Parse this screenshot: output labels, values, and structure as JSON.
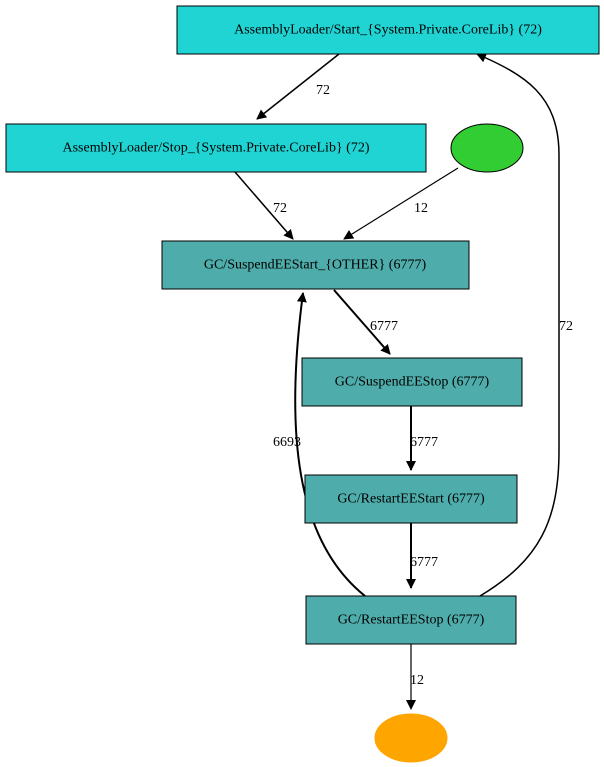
{
  "colors": {
    "assembly": "#20d4d4",
    "gc": "#4eadab",
    "start": "#32cd32",
    "end": "#ffa500",
    "stroke": "#000000"
  },
  "nodes": {
    "asm_start": "AssemblyLoader/Start_{System.Private.CoreLib} (72)",
    "asm_stop": "AssemblyLoader/Stop_{System.Private.CoreLib} (72)",
    "gc_suspend_start": "GC/SuspendEEStart_{OTHER} (6777)",
    "gc_suspend_stop": "GC/SuspendEEStop (6777)",
    "gc_restart_start": "GC/RestartEEStart (6777)",
    "gc_restart_stop": "GC/RestartEEStop (6777)"
  },
  "edges": {
    "asm_start_to_asm_stop": "72",
    "asm_stop_to_suspend_start": "72",
    "start_to_suspend_start": "12",
    "suspend_start_to_suspend_stop": "6777",
    "suspend_stop_to_restart_start": "6777",
    "restart_start_to_restart_stop": "6777",
    "restart_stop_to_suspend_start": "6693",
    "restart_stop_to_asm_start": "72",
    "restart_stop_to_end": "12"
  }
}
